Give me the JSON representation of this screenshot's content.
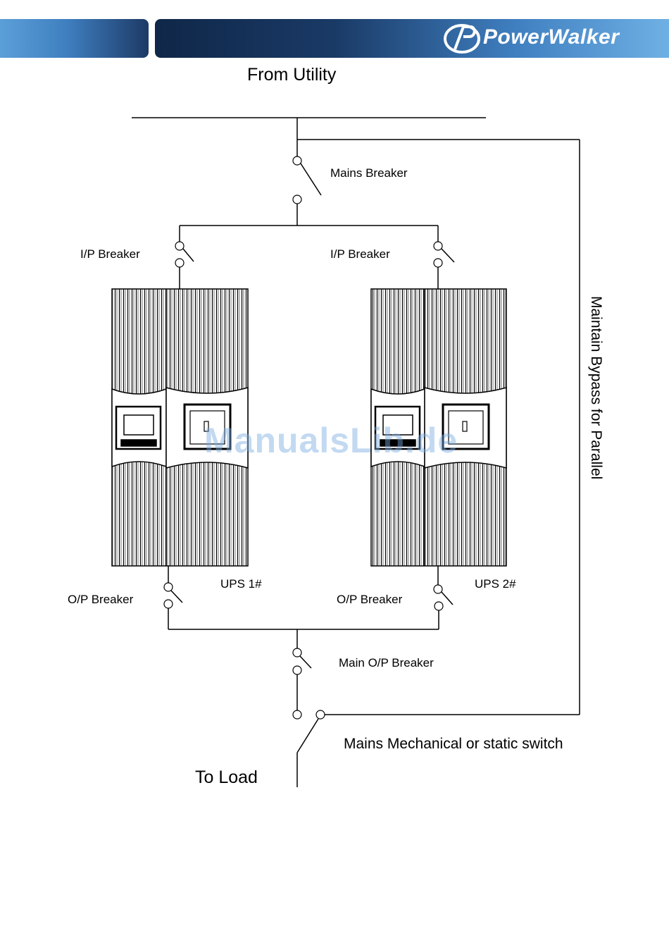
{
  "header": {
    "brand": "PowerWalker",
    "accent_color": "#1f4f8c",
    "highlight_color": "#5b9fd8"
  },
  "diagram": {
    "source_label": "From Utility",
    "load_label": "To Load",
    "bypass_label": "Maintain Bypass for Parallel",
    "mains_breaker_label": "Mains  Breaker",
    "main_op_breaker_label": "Main O/P Breaker",
    "bypass_switch_label": "Mains Mechanical or static switch",
    "ups_units": [
      {
        "name": "UPS 1#",
        "ip_breaker_label": "I/P Breaker",
        "op_breaker_label": "O/P Breaker"
      },
      {
        "name": "UPS 2#",
        "ip_breaker_label": "I/P Breaker",
        "op_breaker_label": "O/P Breaker"
      }
    ]
  },
  "watermark": "ManualsLib.de"
}
